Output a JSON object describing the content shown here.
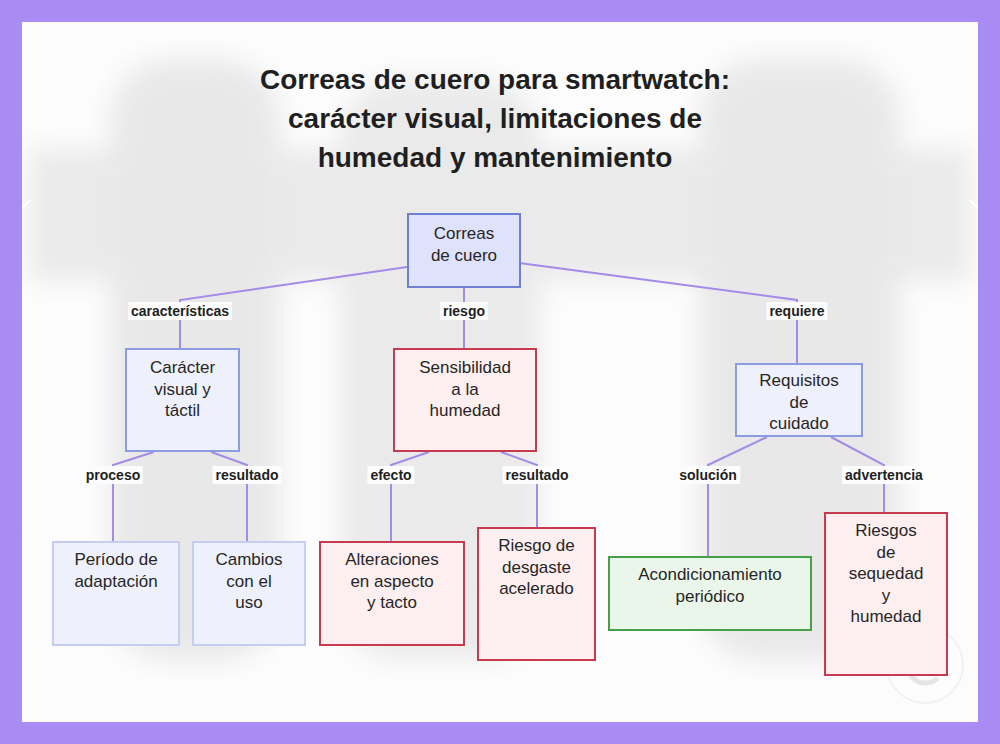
{
  "diagram": {
    "title": "Correas de cuero para smartwatch: carácter visual, limitaciones de humedad y mantenimiento",
    "nodes": [
      {
        "text": [
          "Correas de cuero"
        ]
      },
      {
        "text": [
          "Carácter visual y táctil"
        ]
      },
      {
        "text": [
          "Sensibilidad a la humedad"
        ]
      },
      {
        "text": [
          "Requisitos de cuidado"
        ]
      },
      {
        "text": [
          "Período de adaptación"
        ]
      },
      {
        "text": [
          "Cambios con el uso"
        ]
      },
      {
        "text": [
          "Alteraciones en aspecto y tacto"
        ]
      },
      {
        "text": [
          "Riesgo de desgaste acelerado"
        ]
      },
      {
        "text": [
          "Acondicionamiento periódico"
        ]
      },
      {
        "text": [
          "Riesgos de sequedad y humedad"
        ]
      }
    ],
    "edges": [
      {
        "from": 0,
        "to": 1,
        "label": "características",
        "arrow": "none"
      },
      {
        "from": 0,
        "to": 2,
        "label": "riesgo",
        "arrow": "none"
      },
      {
        "from": 0,
        "to": 3,
        "label": "requiere",
        "arrow": "none"
      },
      {
        "from": 1,
        "to": 4,
        "label": "proceso",
        "arrow": "none"
      },
      {
        "from": 1,
        "to": 5,
        "label": "resultado",
        "arrow": "none"
      },
      {
        "from": 2,
        "to": 6,
        "label": "efecto",
        "arrow": "none"
      },
      {
        "from": 2,
        "to": 7,
        "label": "resultado",
        "arrow": "none"
      },
      {
        "from": 3,
        "to": 8,
        "label": "solución",
        "arrow": "none"
      },
      {
        "from": 3,
        "to": 9,
        "label": "advertencia",
        "arrow": "none"
      }
    ]
  }
}
